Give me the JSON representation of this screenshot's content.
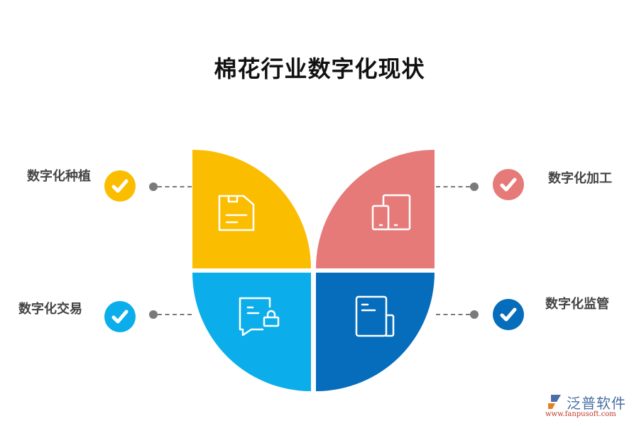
{
  "title": "棉花行业数字化现状",
  "colors": {
    "yellow": "#FBBD00",
    "pink": "#E57A78",
    "light_blue": "#0BAEEB",
    "dark_blue": "#056DBB",
    "connector": "#7A7A7A",
    "label_text": "#444444"
  },
  "items": [
    {
      "label": "数字化种植",
      "position": "top-left",
      "color": "#FBBD00",
      "icon": "floppy-disk-icon"
    },
    {
      "label": "数字化加工",
      "position": "top-right",
      "color": "#E57A78",
      "icon": "devices-icon"
    },
    {
      "label": "数字化交易",
      "position": "bottom-left",
      "color": "#0BAEEB",
      "icon": "message-lock-icon"
    },
    {
      "label": "数字化监管",
      "position": "bottom-right",
      "color": "#056DBB",
      "icon": "document-icon"
    }
  ],
  "logo": {
    "name": "泛普软件",
    "url": "www.fanpusoft.com"
  }
}
